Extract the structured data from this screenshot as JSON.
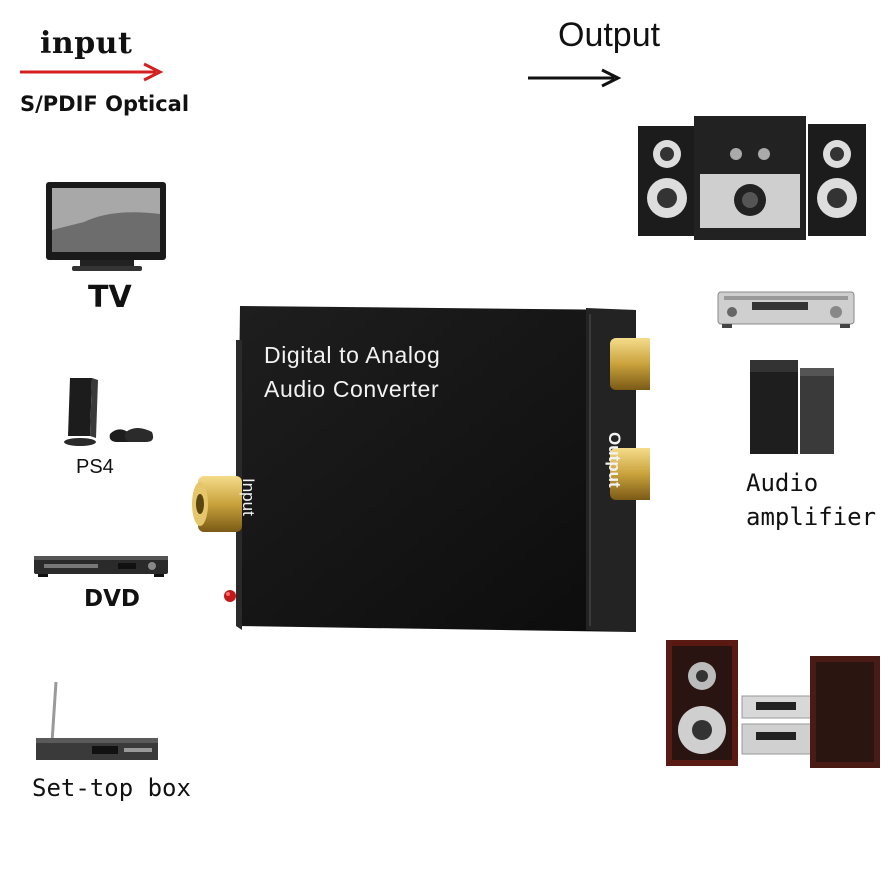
{
  "header": {
    "input_title": "input",
    "input_subtitle": "S/PDIF Optical",
    "output_title": "Output"
  },
  "sources": {
    "tv": "TV",
    "ps4": "PS4",
    "dvd": "DVD",
    "settop": "Set-top box"
  },
  "converter": {
    "title_line1": "Digital to Analog",
    "title_line2": "Audio Converter",
    "input_port_label": "Input",
    "output_port_label": "Output"
  },
  "outputs": {
    "amplifier_line1": "Audio",
    "amplifier_line2": "amplifier"
  },
  "colors": {
    "arrow_input": "#d42020",
    "arrow_output": "#111111",
    "converter_body": "#141414",
    "gold": "#c9a23c"
  }
}
